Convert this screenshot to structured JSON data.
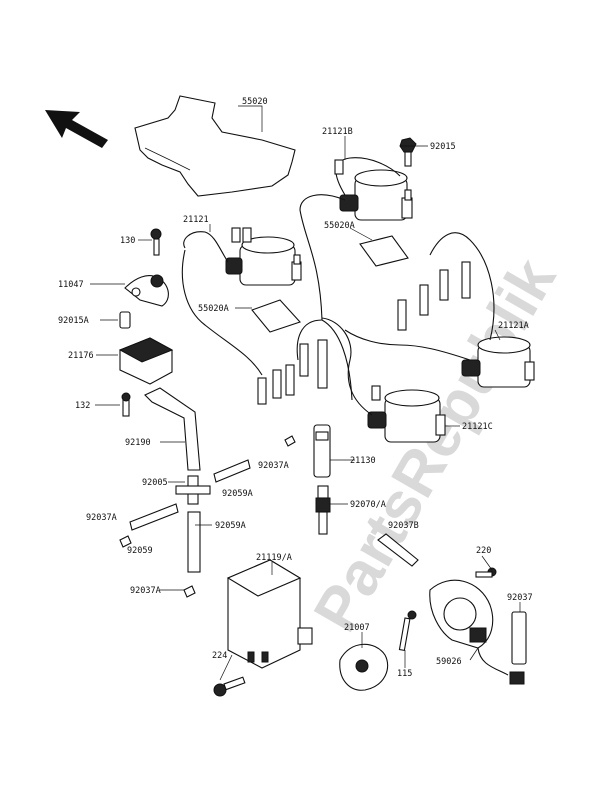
{
  "watermark": "PartsRepublik",
  "callouts": {
    "p55020": "55020",
    "p21121B": "21121B",
    "p92015": "92015",
    "p21121": "21121",
    "p55020A_1": "55020A",
    "p55020A_2": "55020A",
    "p130": "130",
    "p11047": "11047",
    "p92015A": "92015A",
    "p21176": "21176",
    "p132": "132",
    "p21121A": "21121A",
    "p21121C": "21121C",
    "p92190": "92190",
    "p92037A_1": "92037A",
    "p21130": "21130",
    "p92005": "92005",
    "p92059A_1": "92059A",
    "p92070A": "92070/A",
    "p92037A_2": "92037A",
    "p92059": "92059",
    "p92059A_2": "92059A",
    "p92037B": "92037B",
    "p220": "220",
    "p21119A": "21119/A",
    "p92037A_3": "92037A",
    "p92037": "92037",
    "p21007": "21007",
    "p224": "224",
    "p115": "115",
    "p59026": "59026"
  },
  "icons": {
    "front": "arrow-icon"
  }
}
